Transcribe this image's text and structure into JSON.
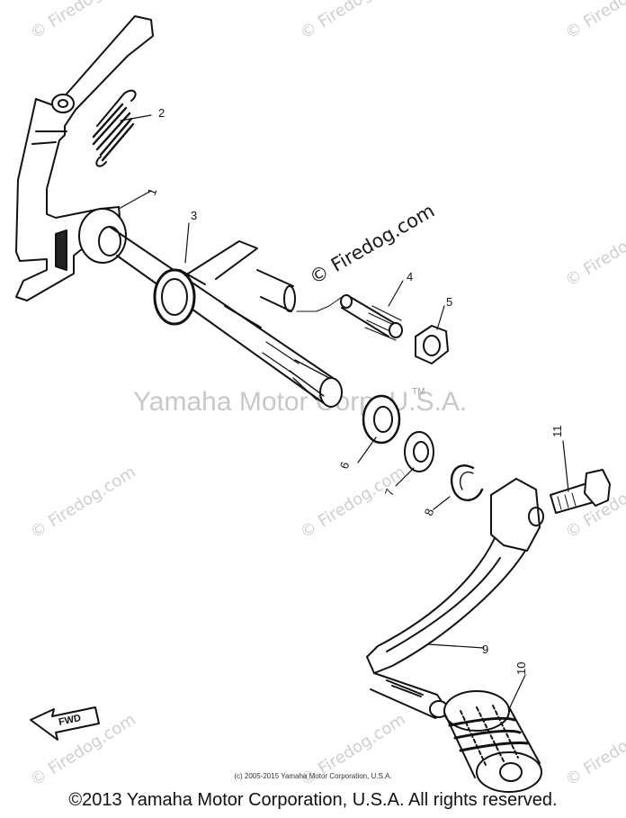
{
  "watermarks": {
    "center": "Yamaha Motor Corp. U.S.A.",
    "trademark": "TM",
    "site": "© Firedog.com",
    "tile": "© Firedog.com"
  },
  "callouts": [
    "1",
    "2",
    "3",
    "4",
    "5",
    "6",
    "7",
    "8",
    "9",
    "10",
    "11"
  ],
  "fwd_label": "FWD",
  "small_copyright": "(c) 2005-2015 Yamaha Motor Corporation, U.S.A.",
  "footer_copyright": "©2013 Yamaha Motor Corporation, U.S.A. All rights reserved.",
  "colors": {
    "line": "#111111",
    "watermark": "#cfcfcf"
  }
}
